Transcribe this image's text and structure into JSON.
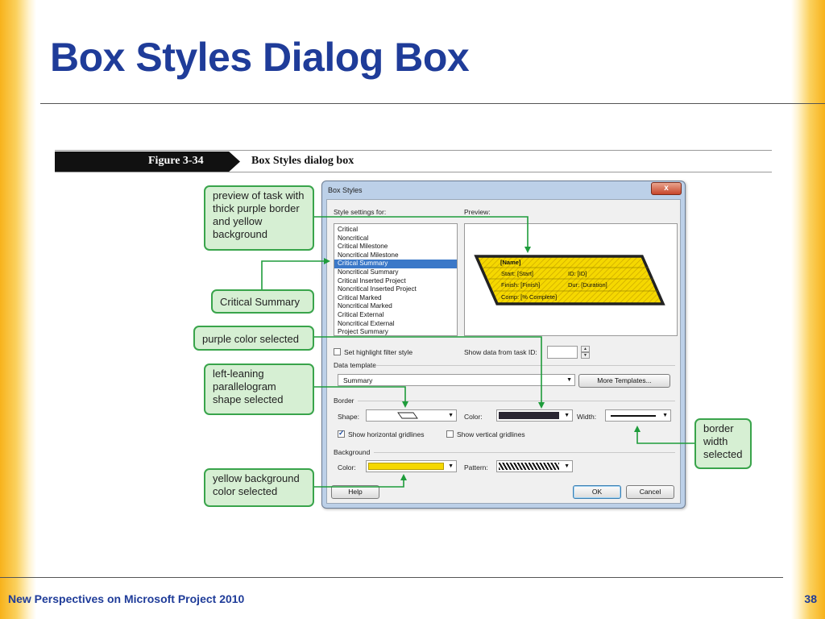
{
  "slide": {
    "title": "Box Styles Dialog Box",
    "footer": "New Perspectives on Microsoft Project 2010",
    "page_number": "38"
  },
  "figure": {
    "label": "Figure 3-34",
    "caption": "Box Styles dialog box"
  },
  "callouts": {
    "preview": "preview of task with thick purple border and yellow background",
    "critical_summary": "Critical Summary",
    "purple_color": "purple color selected",
    "parallelogram": "left-leaning parallelogram shape selected",
    "yellow_bg": "yellow background color selected",
    "border_width": "border width selected"
  },
  "dialog": {
    "title": "Box Styles",
    "close_label": "x",
    "style_settings_label": "Style settings for:",
    "preview_label": "Preview:",
    "style_items": [
      "Critical",
      "Noncritical",
      "Critical Milestone",
      "Noncritical Milestone",
      "Critical Summary",
      "Noncritical Summary",
      "Critical Inserted Project",
      "Noncritical Inserted Project",
      "Critical Marked",
      "Noncritical Marked",
      "Critical External",
      "Noncritical External",
      "Project Summary"
    ],
    "selected_index": 4,
    "preview_box": {
      "name": "[Name]",
      "start": "Start: [Start]",
      "id": "ID: [ID]",
      "finish": "Finish: [Finish]",
      "dur": "Dur: [Duration]",
      "comp": "Comp: [% Complete]"
    },
    "highlight_filter_label": "Set highlight filter style",
    "highlight_filter_checked": false,
    "show_data_label": "Show data from task ID:",
    "show_data_value": "",
    "data_template_label": "Data template",
    "data_template_value": "Summary",
    "more_templates_label": "More Templates...",
    "border_label": "Border",
    "shape_label": "Shape:",
    "color_label": "Color:",
    "width_label": "Width:",
    "horizontal_gridlines_label": "Show horizontal gridlines",
    "horizontal_gridlines_checked": true,
    "vertical_gridlines_label": "Show vertical gridlines",
    "vertical_gridlines_checked": false,
    "background_label": "Background",
    "bg_color_label": "Color:",
    "pattern_label": "Pattern:",
    "help_label": "Help",
    "ok_label": "OK",
    "cancel_label": "Cancel"
  },
  "colors": {
    "title_blue": "#1f3c99",
    "callout_fill": "#d6efd3",
    "callout_border": "#39a44b",
    "border_color_purple": "#2a2633",
    "background_yellow": "#f5d800"
  }
}
